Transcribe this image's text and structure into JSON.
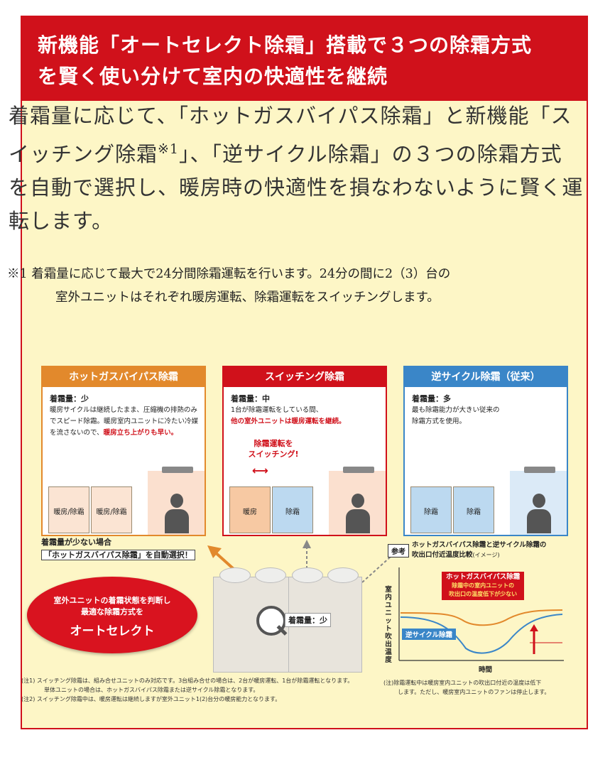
{
  "header": {
    "line1": "新機能「オートセレクト除霜」搭載で３つの除霜方式",
    "line2": "を賢く使い分けて室内の快適性を継続"
  },
  "body": {
    "l1": "着霜量に応じて、「ホットガスバイパス除霜」と新機能「ス",
    "l2a": "イッチング除霜",
    "l2sup": "※1",
    "l2b": "」、「逆サイクル除霜」の３つの除霜方式",
    "l3": "を自動で選択し、暖房時の快適性を損なわないように賢く運",
    "l4": "転します。"
  },
  "note": {
    "l1": "※1 着霜量に応じて最大で24分間除霜運転を行います。24分の間に2（3）台の",
    "l2": "室外ユニットはそれぞれ暖房運転、除霜運転をスイッチングします。"
  },
  "panels": [
    {
      "title": "ホットガスバイパス除霜",
      "color": "#e2892c",
      "level": "着霜量：少",
      "desc1": "暖房サイクルは継続したまま、圧縮機の排熱のみでスピード除霜。暖房室内ユニットに冷たい冷媒を流さないので、",
      "desc_red": "暖房立ち上がりも早い。",
      "unit1": "暖房/除霜",
      "unit2": "暖房/除霜"
    },
    {
      "title": "スイッチング除霜",
      "color": "#d0111b",
      "level": "着霜量：中",
      "desc1": "1台が除霜運転をしている間、",
      "desc_red": "他の室外ユニットは暖房運転を継続。",
      "switch1": "除霜運転を",
      "switch2": "スイッチング!",
      "unit1": "暖房",
      "unit2": "除霜"
    },
    {
      "title": "逆サイクル除霜（従来）",
      "color": "#3a86c8",
      "level": "着霜量：多",
      "desc1": "最も除霜能力が大きい従来の除霜方式を使用。",
      "desc_red": "",
      "unit1": "除霜",
      "unit2": "除霜"
    }
  ],
  "callout": {
    "l1": "着霜量が少ない場合",
    "l2": "「ホットガスバイパス除霜」を自動選択！"
  },
  "ellipse": {
    "l1": "室外ユニットの着霜状態を判断し",
    "l2": "最適な除霜方式を",
    "l3": "オートセレクト"
  },
  "magnifier_label": "着霜量：少",
  "reference": {
    "tag": "参考",
    "title1": "ホットガスバイパス除霜と逆サイクル除霜の",
    "title2": "吹出口付近温度比較",
    "title_small": "(イメージ)",
    "ylabel": "室内ユニット吹出温度",
    "xlabel": "時間",
    "hg_title": "ホットガスバイパス除霜",
    "hg_sub1": "除霜中の室内ユニットの",
    "hg_sub2": "吹出口の温度低下が少ない",
    "rev_label": "逆サイクル除霜"
  },
  "footnotes": {
    "n1": "(注1) スイッチング除霜は、組み合せユニットのみ対応です。3台組み合せの場合は、2台が暖房運転、1台が除霜運転となります。",
    "n1b": "単体ユニットの場合は、ホットガスバイパス除霜または逆サイクル除霜となります。",
    "n2": "(注2) スイッチング除霜中は、暖房運転は継続しますが室外ユニット1(2)台分の暖房能力となります。",
    "r1": "(注)除霜運転中は暖房室内ユニットの吹出口付近の温度は低下",
    "r2": "します。ただし、暖房室内ユニットのファンは停止します。"
  }
}
